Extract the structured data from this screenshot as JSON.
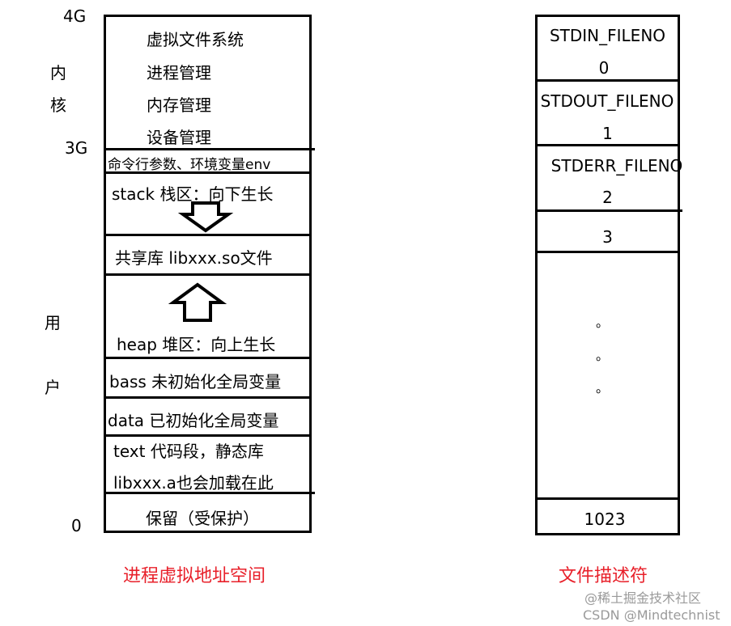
{
  "left": {
    "axis": {
      "top": "4G",
      "kernel_boundary": "3G",
      "bottom": "0"
    },
    "side_labels": {
      "kernel": [
        "内",
        "核"
      ],
      "user": [
        "用",
        "户"
      ]
    },
    "kernel_items": [
      "虚拟文件系统",
      "进程管理",
      "内存管理",
      "设备管理"
    ],
    "segments": {
      "env": "命令行参数、环境变量env",
      "stack": "stack 栈区：向下生长",
      "shared": "共享库  libxxx.so文件",
      "heap": "heap 堆区：向上生长",
      "bss": "bass 未初始化全局变量",
      "data": "data 已初始化全局变量",
      "text1": "text 代码段，静态库",
      "text2": "libxxx.a也会加载在此",
      "reserved": "保留（受保护）"
    },
    "caption": "进程虚拟地址空间"
  },
  "right": {
    "cells": [
      {
        "name": "STDIN_FILENO",
        "num": "0"
      },
      {
        "name": "STDOUT_FILENO",
        "num": "1"
      },
      {
        "name": "STDERR_FILENO",
        "num": "2"
      }
    ],
    "fd3": "3",
    "dots": [
      "。",
      "。",
      "。"
    ],
    "last": "1023",
    "caption": "文件描述符"
  },
  "watermark": {
    "line1": "@稀土掘金技术社区",
    "line2": "CSDN @Mindtechnist"
  },
  "colors": {
    "caption": "#e8202a"
  }
}
